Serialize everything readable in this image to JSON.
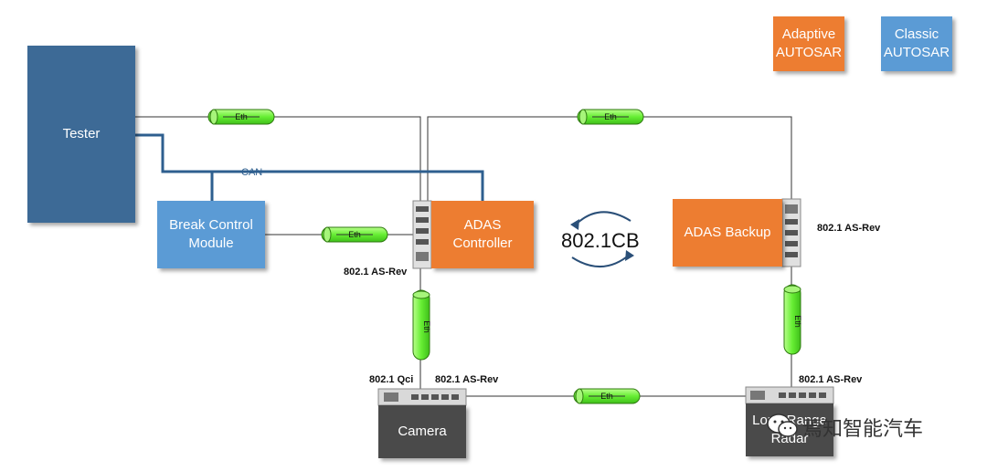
{
  "legend": {
    "adaptive": "Adaptive\nAUTOSAR",
    "classic": "Classic\nAUTOSAR"
  },
  "nodes": {
    "tester": "Tester",
    "bcm": "Break Control\nModule",
    "adas_controller": "ADAS\nController",
    "adas_backup": "ADAS Backup",
    "camera": "Camera",
    "radar": "Long Range\nRadar"
  },
  "links": {
    "eth": "Eth",
    "can": "CAN"
  },
  "labels": {
    "as_rev_controller": "802.1 AS-Rev",
    "as_rev_backup": "802.1 AS-Rev",
    "qci_camera": "802.1 Qci",
    "as_rev_camera": "802.1 AS-Rev",
    "as_rev_radar": "802.1 AS-Rev",
    "cb": "802.1CB"
  },
  "watermark": "焉知智能汽车",
  "colors": {
    "adaptive": "#ed7d31",
    "classic": "#5b9bd5",
    "tester": "#3d6a96",
    "device": "#4a4a4a",
    "eth_cable": "#66ee33",
    "can_bus": "#2e5f8f"
  }
}
